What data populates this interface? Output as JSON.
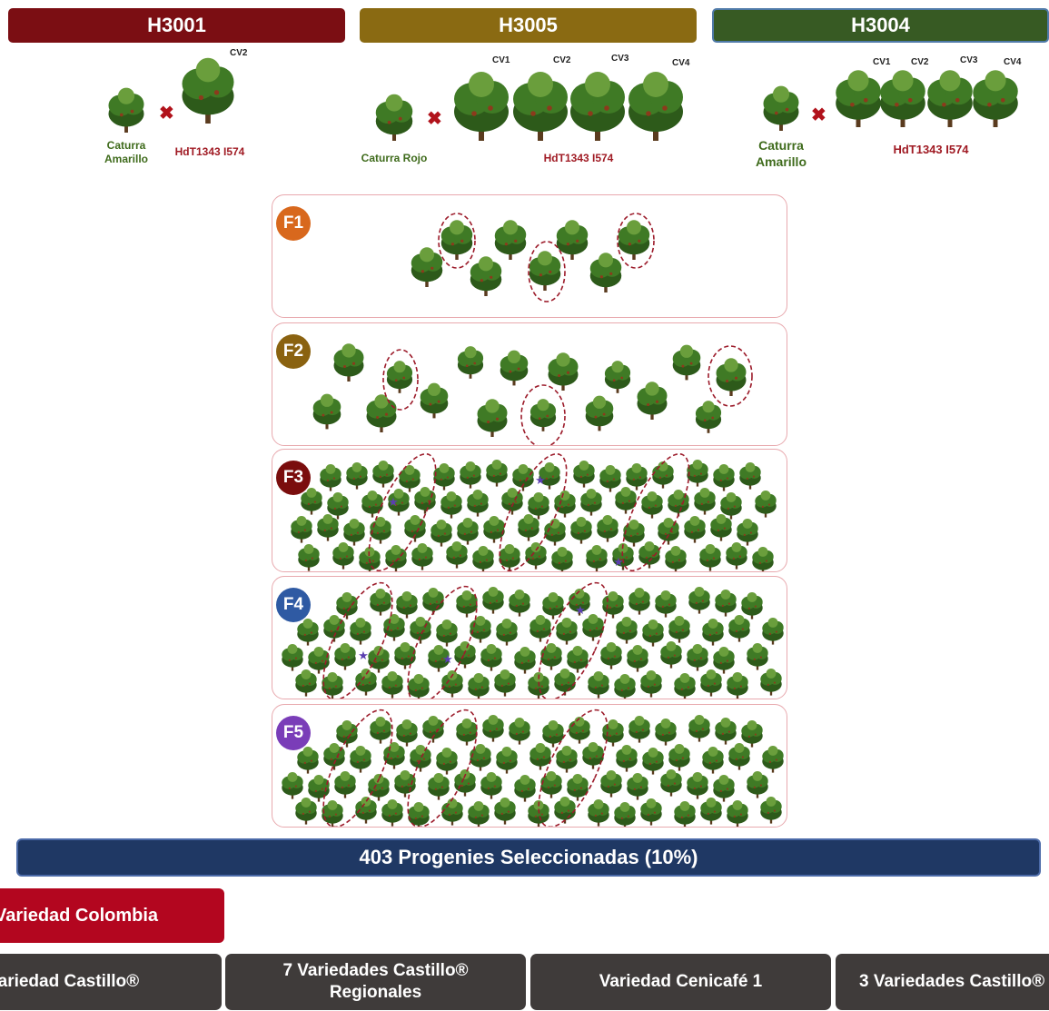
{
  "headers": [
    {
      "label": "H3001",
      "color": "#7b0e13"
    },
    {
      "label": "H3005",
      "color": "#8a6a12"
    },
    {
      "label": "H3004",
      "color": "#375a23"
    }
  ],
  "crosses": {
    "h3001": {
      "female": "Caturra\nAmarillo",
      "male": "HdT1343 I574",
      "cvs": [
        "CV2"
      ]
    },
    "h3005": {
      "female": "Caturra Rojo",
      "male": "HdT1343 I574",
      "cvs": [
        "CV1",
        "CV2",
        "CV3",
        "CV4"
      ]
    },
    "h3004": {
      "female": "Caturra\nAmarillo",
      "male": "HdT1343 I574",
      "cvs": [
        "CV1",
        "CV2",
        "CV3",
        "CV4"
      ]
    }
  },
  "generations": [
    {
      "label": "F1",
      "color": "#d8681d"
    },
    {
      "label": "F2",
      "color": "#8a6210"
    },
    {
      "label": "F3",
      "color": "#7a0d0d"
    },
    {
      "label": "F4",
      "color": "#2f5aa3"
    },
    {
      "label": "F5",
      "color": "#7a3db8"
    }
  ],
  "banner": "403 Progenies Seleccionadas  (10%)",
  "variedad_colombia": "Variedad Colombia",
  "varieties": [
    "Variedad Castillo®",
    "7 Variedades Castillo®\nRegionales",
    "Variedad Cenicafé 1",
    "3 Variedades Castillo®"
  ],
  "colors": {
    "tree_dark": "#2d5a1a",
    "tree_mid": "#3f7a25",
    "tree_light": "#6a9e3c",
    "selection": "#9c1b2a",
    "star": "#5b3fb0"
  }
}
